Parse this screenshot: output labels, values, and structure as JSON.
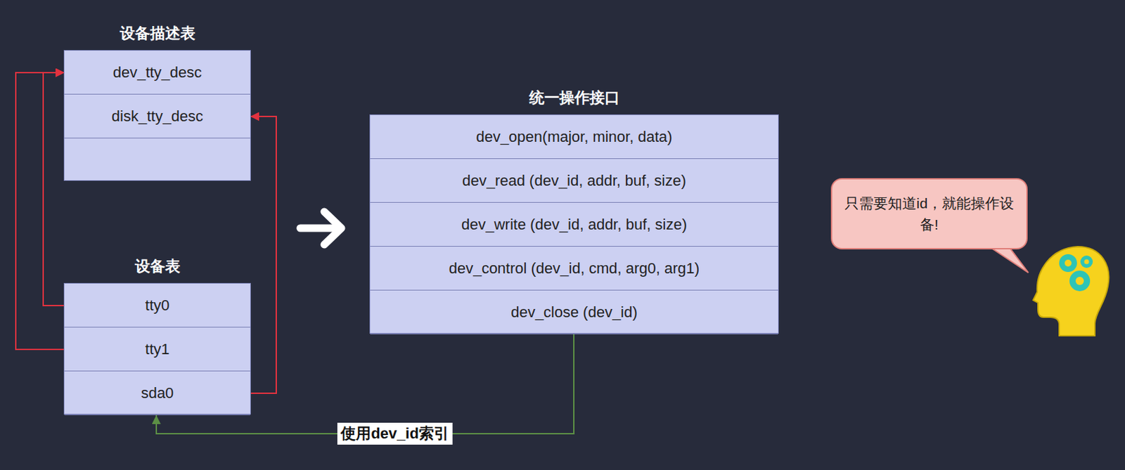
{
  "diagram": {
    "nodes": [
      {
        "text": [
          "设备描述表"
        ]
      },
      {
        "text": [
          "dev_tty_desc"
        ],
        "in": 0
      },
      {
        "text": [
          "disk_tty_desc"
        ],
        "in": 0
      },
      {
        "text": [
          "设备表"
        ]
      },
      {
        "text": [
          "tty0"
        ],
        "in": 3
      },
      {
        "text": [
          "tty1"
        ],
        "in": 3
      },
      {
        "text": [
          "sda0"
        ],
        "in": 3
      },
      {
        "text": [
          "统一操作接口"
        ]
      },
      {
        "text": [
          "dev_open(major, minor, data)"
        ],
        "in": 7
      },
      {
        "text": [
          "dev_read (dev_id, addr, buf, size)"
        ],
        "in": 7
      },
      {
        "text": [
          "dev_write (dev_id, addr, buf, size)"
        ],
        "in": 7
      },
      {
        "text": [
          "dev_control (dev_id, cmd, arg0, arg1)"
        ],
        "in": 7
      },
      {
        "text": [
          "dev_close (dev_id)"
        ],
        "in": 7
      },
      {
        "text": [
          "只需要知道id，就能操作设备!"
        ]
      }
    ],
    "edges": [
      {
        "from": 4,
        "to": 1,
        "arrow": "to"
      },
      {
        "from": 5,
        "to": 1,
        "arrow": "to"
      },
      {
        "from": 6,
        "to": 2,
        "arrow": "to"
      },
      {
        "from": 7,
        "to": 6,
        "label": "使用dev_id索引",
        "arrow": "to"
      }
    ]
  }
}
